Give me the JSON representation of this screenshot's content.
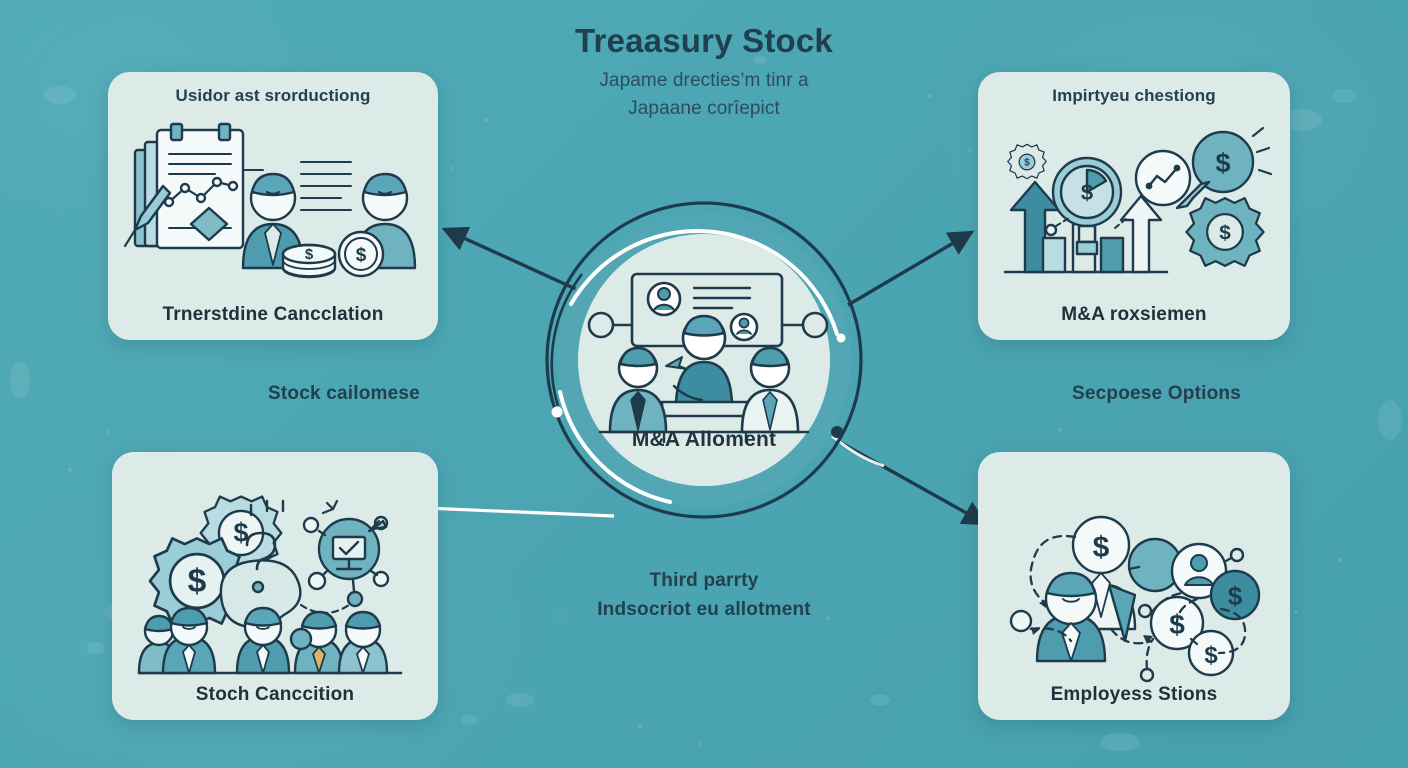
{
  "header": {
    "title": "Treaasury Stock",
    "subtitle_line1": "Japame drecties’m tinr a",
    "subtitle_line2": "Japaane corîepict"
  },
  "center": {
    "label": "M&A Alloment",
    "icon": "business-meeting-icon"
  },
  "cards": [
    {
      "id": "top-left",
      "heading": "Usidor ast srorductiong",
      "footer": "Trnerstdine Cancclation",
      "icon": "chart-document-people-coins-icon"
    },
    {
      "id": "top-right",
      "heading": "Impirtyeu chestiong",
      "footer": "M&A roxsiemen",
      "icon": "growth-chart-magnifier-gear-icon"
    },
    {
      "id": "bottom-left",
      "heading": "",
      "footer": "Stoch Canccition",
      "icon": "gears-dollar-team-network-icon"
    },
    {
      "id": "bottom-right",
      "heading": "",
      "footer": "Employess Stions",
      "icon": "people-dollar-network-icon"
    }
  ],
  "floating_labels": {
    "left": "Stock cailomese",
    "right": "Secpoese Options",
    "bottom_line1": "Third parrty",
    "bottom_line2": "Indsocriot eu  allotment"
  },
  "colors": {
    "background": "#4da8b5",
    "card_fill": "#dceae8",
    "ink": "#1d3b4a",
    "teal_mid": "#58a3b3",
    "teal_deep": "#3d8ca0",
    "teal_light": "#a9d3da",
    "white": "#ffffff"
  },
  "connectors": [
    {
      "from": "center",
      "to": "top-left",
      "style": "solid-dark-arrow"
    },
    {
      "from": "center",
      "to": "top-right",
      "style": "solid-dark-arrow"
    },
    {
      "from": "center",
      "to": "bottom-left",
      "style": "white-line-dark-arrow"
    },
    {
      "from": "center",
      "to": "bottom-right",
      "style": "solid-dark-arrow"
    }
  ]
}
